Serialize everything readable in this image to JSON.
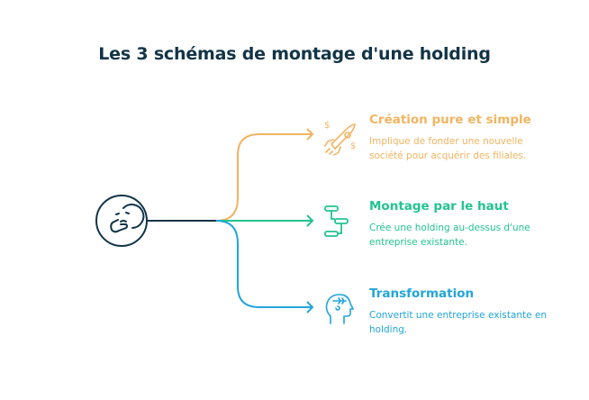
{
  "title": "Les 3 schémas de montage d'une holding",
  "center_icon": "thinking-face-icon",
  "colors": {
    "dark": "#123448",
    "orange": "#F2B461",
    "green": "#22C48C",
    "blue": "#22A5DA"
  },
  "items": [
    {
      "title": "Création pure et simple",
      "description": "Implique de fonder une nouvelle société pour acquérir des filiales.",
      "icon": "rocket-dollar-icon",
      "color": "#F2B461"
    },
    {
      "title": "Montage par le haut",
      "description": "Crée une holding au-dessus d'une entreprise existante.",
      "icon": "hierarchy-steps-icon",
      "color": "#22C48C"
    },
    {
      "title": "Transformation",
      "description": "Convertit une entreprise existante en holding.",
      "icon": "head-transformation-icon",
      "color": "#22A5DA"
    }
  ]
}
